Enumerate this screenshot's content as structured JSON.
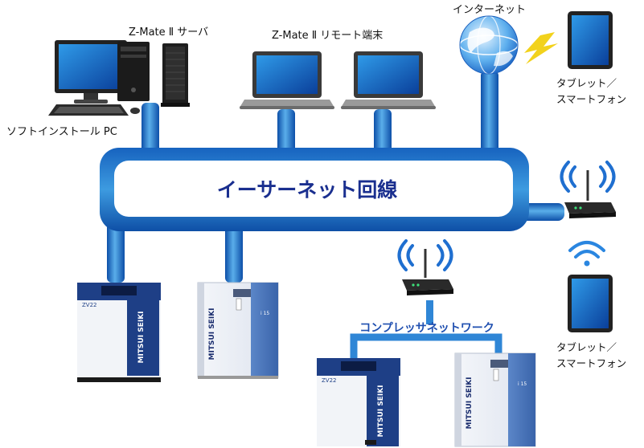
{
  "labels": {
    "install_pc": "ソフトインストール PC",
    "server": "Z-Mate Ⅱ サーバ",
    "remote_terminal": "Z-Mate Ⅱ リモート端末",
    "internet": "インターネット",
    "tablet_top_line1": "タブレット／",
    "tablet_top_line2": "スマートフォン",
    "tablet_bottom_line1": "タブレット／",
    "tablet_bottom_line2": "スマートフォン",
    "ethernet": "イーサーネット回線",
    "compressor_network": "コンプレッサネットワーク"
  },
  "compressors": [
    {
      "brand": "MITSUI SEIKI",
      "model": "ZV22",
      "style": "navy"
    },
    {
      "brand": "MITSUI SEIKI",
      "model": "i 15",
      "style": "light"
    },
    {
      "brand": "MITSUI SEIKI",
      "model": "ZV22",
      "style": "navy"
    },
    {
      "brand": "MITSUI SEIKI",
      "model": "i 15",
      "style": "light"
    }
  ],
  "colors": {
    "pipe_dark": "#0d4fa8",
    "pipe_mid": "#2f86d6",
    "pipe_light": "#8cc6f2",
    "bus_text": "#1a2f8f",
    "wifi": "#1f6fd0",
    "lightning": "#f2d21c",
    "compressor_navy": "#1e3f86",
    "compressor_light": "#e9edf4"
  }
}
